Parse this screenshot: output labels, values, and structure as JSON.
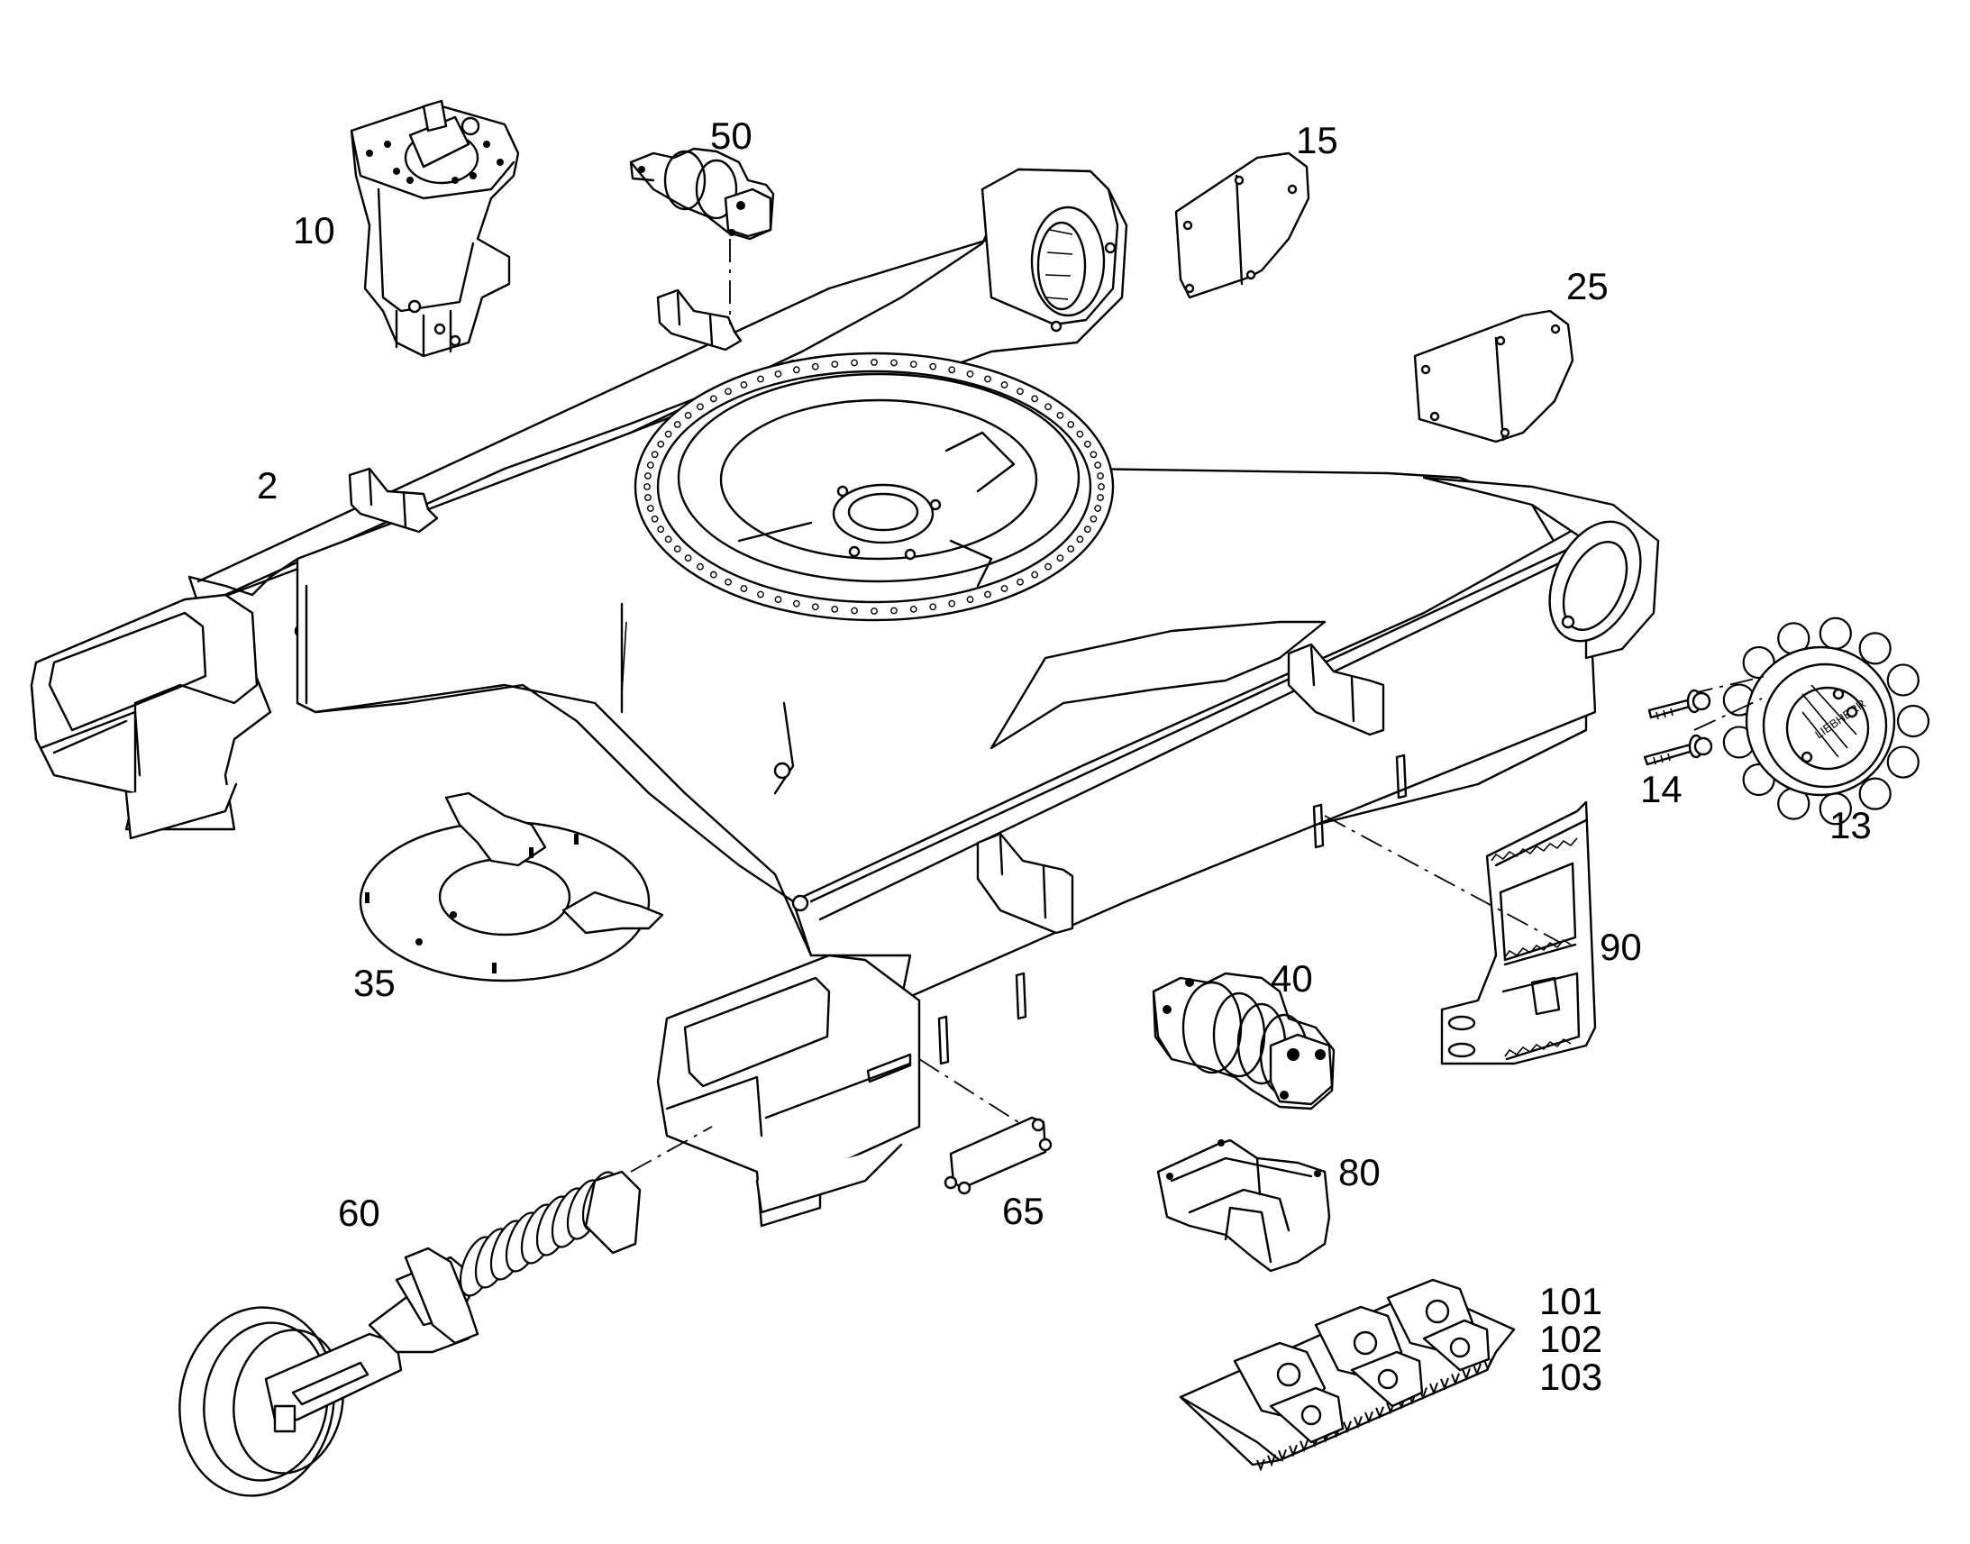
{
  "diagram": {
    "callouts": [
      "2",
      "10",
      "50",
      "15",
      "25",
      "35",
      "14",
      "13",
      "90",
      "40",
      "80",
      "65",
      "60",
      "101",
      "102",
      "103"
    ],
    "sprocket_brand": "LIEBHERR"
  }
}
